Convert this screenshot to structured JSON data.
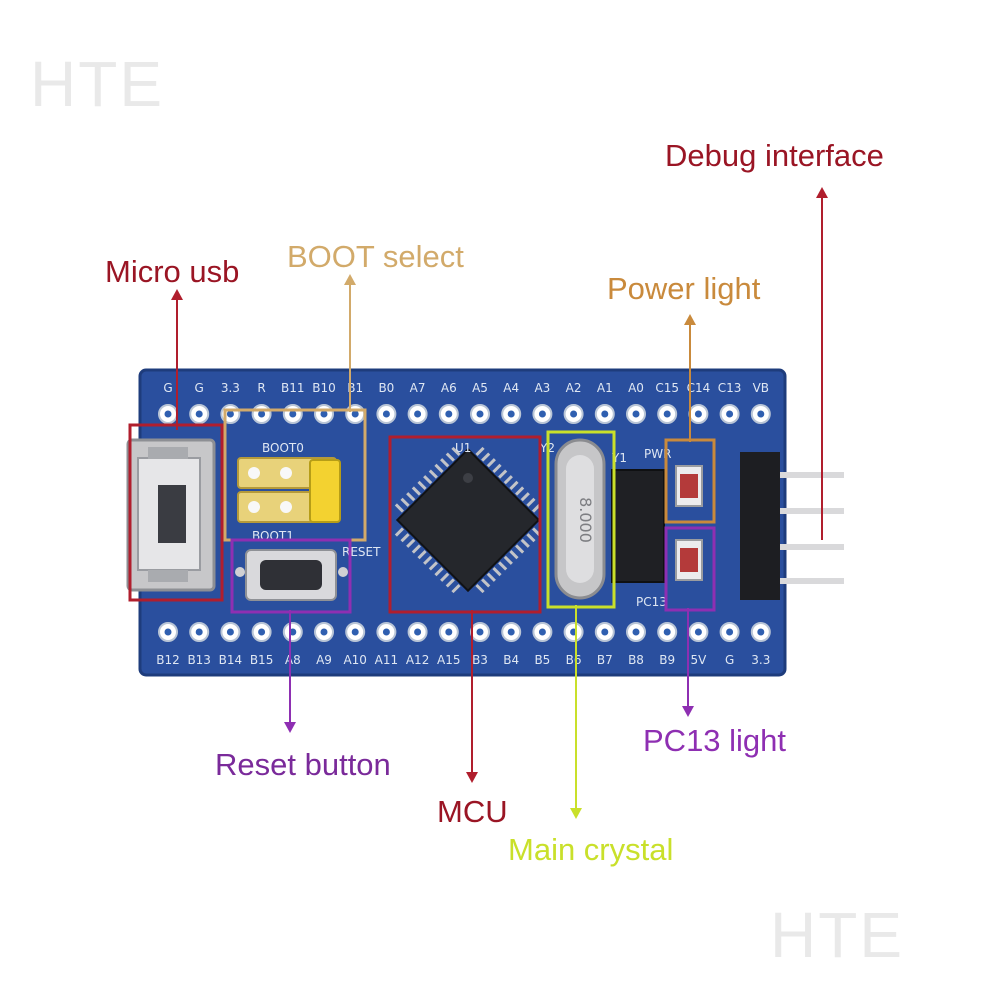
{
  "watermark": {
    "top": "HTE",
    "bottom": "HTE"
  },
  "colors": {
    "board": "#2a4f9e",
    "red": "#b01e2d",
    "gold": "#d2aa6a",
    "orange": "#c98a3c",
    "purple": "#8e2fb2",
    "yellow_green": "#c9e02a",
    "dark_red": "#9a1524"
  },
  "callouts": {
    "micro_usb": "Micro usb",
    "boot_select": "BOOT select",
    "power_light": "Power light",
    "debug_interface": "Debug interface",
    "reset_button": "Reset button",
    "mcu": "MCU",
    "main_crystal": "Main crystal",
    "pc13_light": "PC13 light"
  },
  "board": {
    "top_pins": [
      "G",
      "G",
      "3.3",
      "R",
      "B11",
      "B10",
      "B1",
      "B0",
      "A7",
      "A6",
      "A5",
      "A4",
      "A3",
      "A2",
      "A1",
      "A0",
      "C15",
      "C14",
      "C13",
      "VB"
    ],
    "bottom_pins": [
      "B12",
      "B13",
      "B14",
      "B15",
      "A8",
      "A9",
      "A10",
      "A11",
      "A12",
      "A15",
      "B3",
      "B4",
      "B5",
      "B6",
      "B7",
      "B8",
      "B9",
      "5V",
      "G",
      "3.3"
    ],
    "silkscreen": {
      "boot0": "BOOT0",
      "boot1": "BOOT1",
      "reset": "RESET",
      "pwr": "PWR",
      "pc13": "PC13",
      "u": "U1",
      "y1": "Y1",
      "y2": "Y2",
      "crystal_marking": "8.000"
    }
  }
}
